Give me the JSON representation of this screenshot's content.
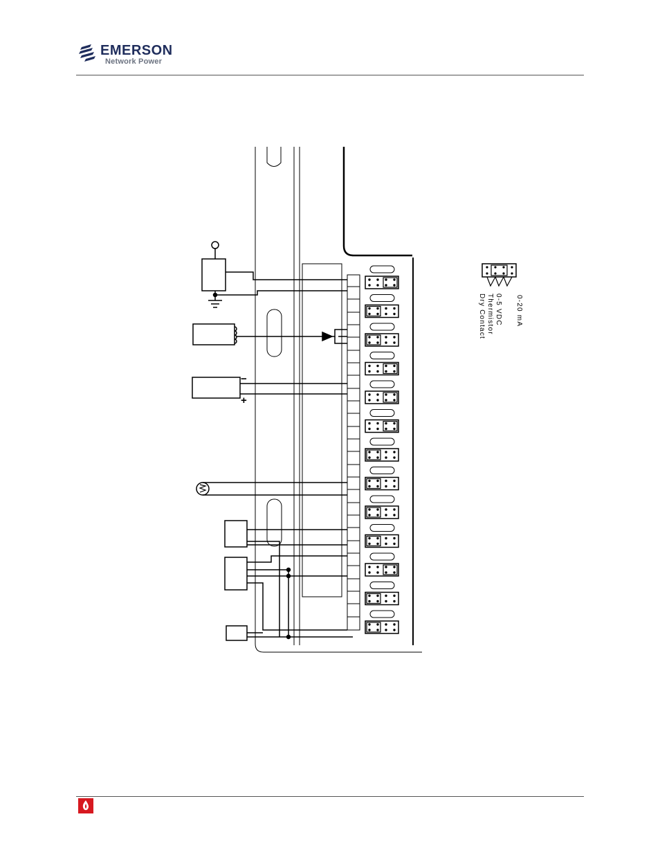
{
  "header": {
    "brand_name": "EMERSON",
    "brand_sub": "Network Power"
  },
  "diagram": {
    "polarity_minus": "−",
    "polarity_plus": "+",
    "jumper_legend": {
      "labels": [
        "0-20 mA",
        "0-5 VDC",
        "Thermistor",
        "Dry Contact"
      ]
    },
    "jumper_blocks": [
      {
        "position": 3
      },
      {
        "position": 1
      },
      {
        "position": 1
      },
      {
        "position": 3
      },
      {
        "position": 3
      },
      {
        "position": 3
      },
      {
        "position": 1
      },
      {
        "position": 1
      },
      {
        "position": 1
      },
      {
        "position": 1
      },
      {
        "position": 3
      },
      {
        "position": 1
      },
      {
        "position": 1
      }
    ]
  },
  "colors": {
    "line": "#000000",
    "brand_blue": "#1f2d5c",
    "footer_red": "#d71920"
  }
}
